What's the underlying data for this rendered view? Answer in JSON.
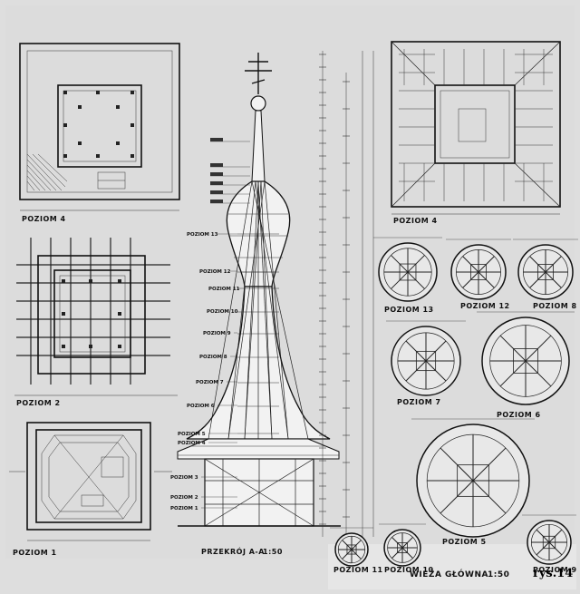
{
  "drawing": {
    "sheet_number": "rys.14",
    "title": "WIEŻA GŁÓWNA",
    "title_scale": "1:50",
    "section_label": "PRZEKRÓJ A-A",
    "section_scale": "1:50"
  },
  "plan_labels": {
    "poziom_4_top_left": "POZIOM 4",
    "poziom_2": "POZIOM 2",
    "poziom_1": "POZIOM 1",
    "poziom_4_top_right": "POZIOM 4",
    "poziom_13": "POZIOM 13",
    "poziom_12": "POZIOM 12",
    "poziom_8": "POZIOM 8",
    "poziom_7": "POZIOM 7",
    "poziom_6": "POZIOM 6",
    "poziom_5": "POZIOM 5",
    "poziom_11": "POZIOM 11",
    "poziom_10": "POZIOM 10",
    "poziom_9": "POZIOM 9"
  },
  "section_levels": [
    "POZIOM 13",
    "POZIOM 12",
    "POZIOM 11",
    "POZIOM 10",
    "POZIOM 9",
    "POZIOM 8",
    "POZIOM 7",
    "POZIOM 6",
    "POZIOM 5",
    "POZIOM 4",
    "POZIOM 3",
    "POZIOM 2",
    "POZIOM 1"
  ]
}
